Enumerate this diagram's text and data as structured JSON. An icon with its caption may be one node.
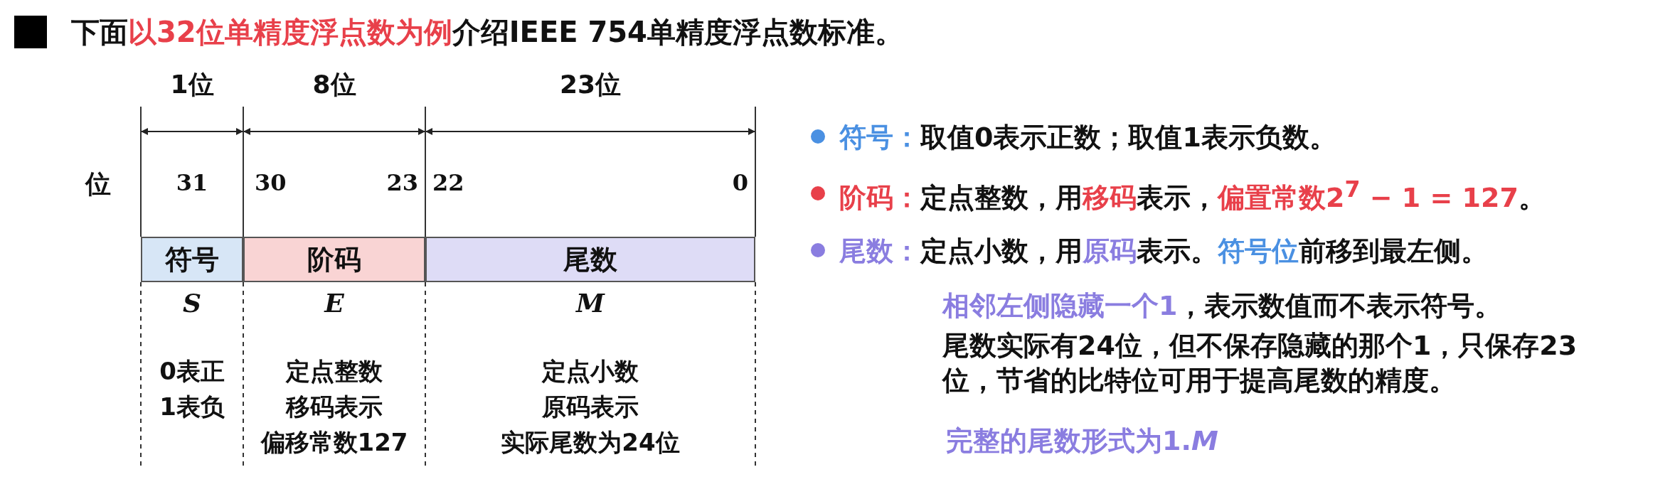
{
  "diagram": {
    "title": "下面**以32位单精度浮点数为例**介绍IEEE 754单精度浮点数标准。",
    "nodes": [
      {
        "text": [
          "符号"
        ]
      },
      {
        "text": [
          "阶码"
        ]
      },
      {
        "text": [
          "尾数"
        ]
      }
    ],
    "labels": [
      "1位",
      "8位",
      "23位",
      "位",
      "31",
      "30",
      "23",
      "22",
      "0",
      "*S*",
      "*E*",
      "*M*",
      "0表正",
      "1表负",
      "定点整数",
      "移码表示",
      "偏移常数127",
      "定点小数",
      "原码表示",
      "实际尾数为24位",
      "**符号：**取值0表示正数；取值1表示负数。",
      "**阶码：**定点整数，用**移码**表示，**偏置常数2$^{7}$ − 1 = 127**。",
      "**尾数：**定点小数，用**原码**表示。**符号位**前移到最左侧。",
      "**相邻左侧隐藏一个1**，表示数值而不表示符号。",
      "尾数实际有24位，但不保存隐藏的那个1，只保存23位，节省的比特位可用于提高尾数的精度。",
      "完整的尾数形式为1.*M*"
    ]
  }
}
